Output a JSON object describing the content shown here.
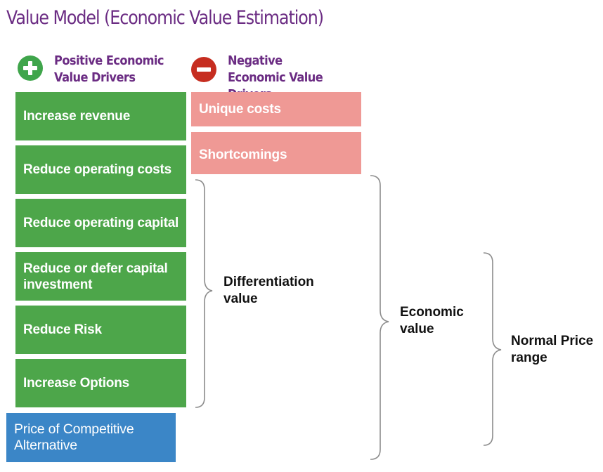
{
  "title": "Value Model (Economic Value Estimation)",
  "positive": {
    "icon": "plus-icon",
    "icon_color": "#3fa54b",
    "header": "Positive Economic Value Drivers",
    "box_color": "#4da64a",
    "items": [
      "Increase revenue",
      "Reduce operating costs",
      "Reduce operating capital",
      "Reduce or defer capital investment",
      "Reduce Risk",
      "Increase Options"
    ]
  },
  "negative": {
    "icon": "minus-icon",
    "icon_color": "#c62d20",
    "header": "Negative Economic Value Drivers",
    "box_color": "#ef9995",
    "items": [
      "Unique costs",
      "Shortcomings"
    ]
  },
  "base": {
    "label": "Price of Competitive Alternative",
    "color": "#3b86c7"
  },
  "brace_labels": {
    "differentiation": "Differentiation value",
    "economic": "Economic value",
    "price_range": "Normal Price range"
  },
  "title_color": "#6b2c83"
}
